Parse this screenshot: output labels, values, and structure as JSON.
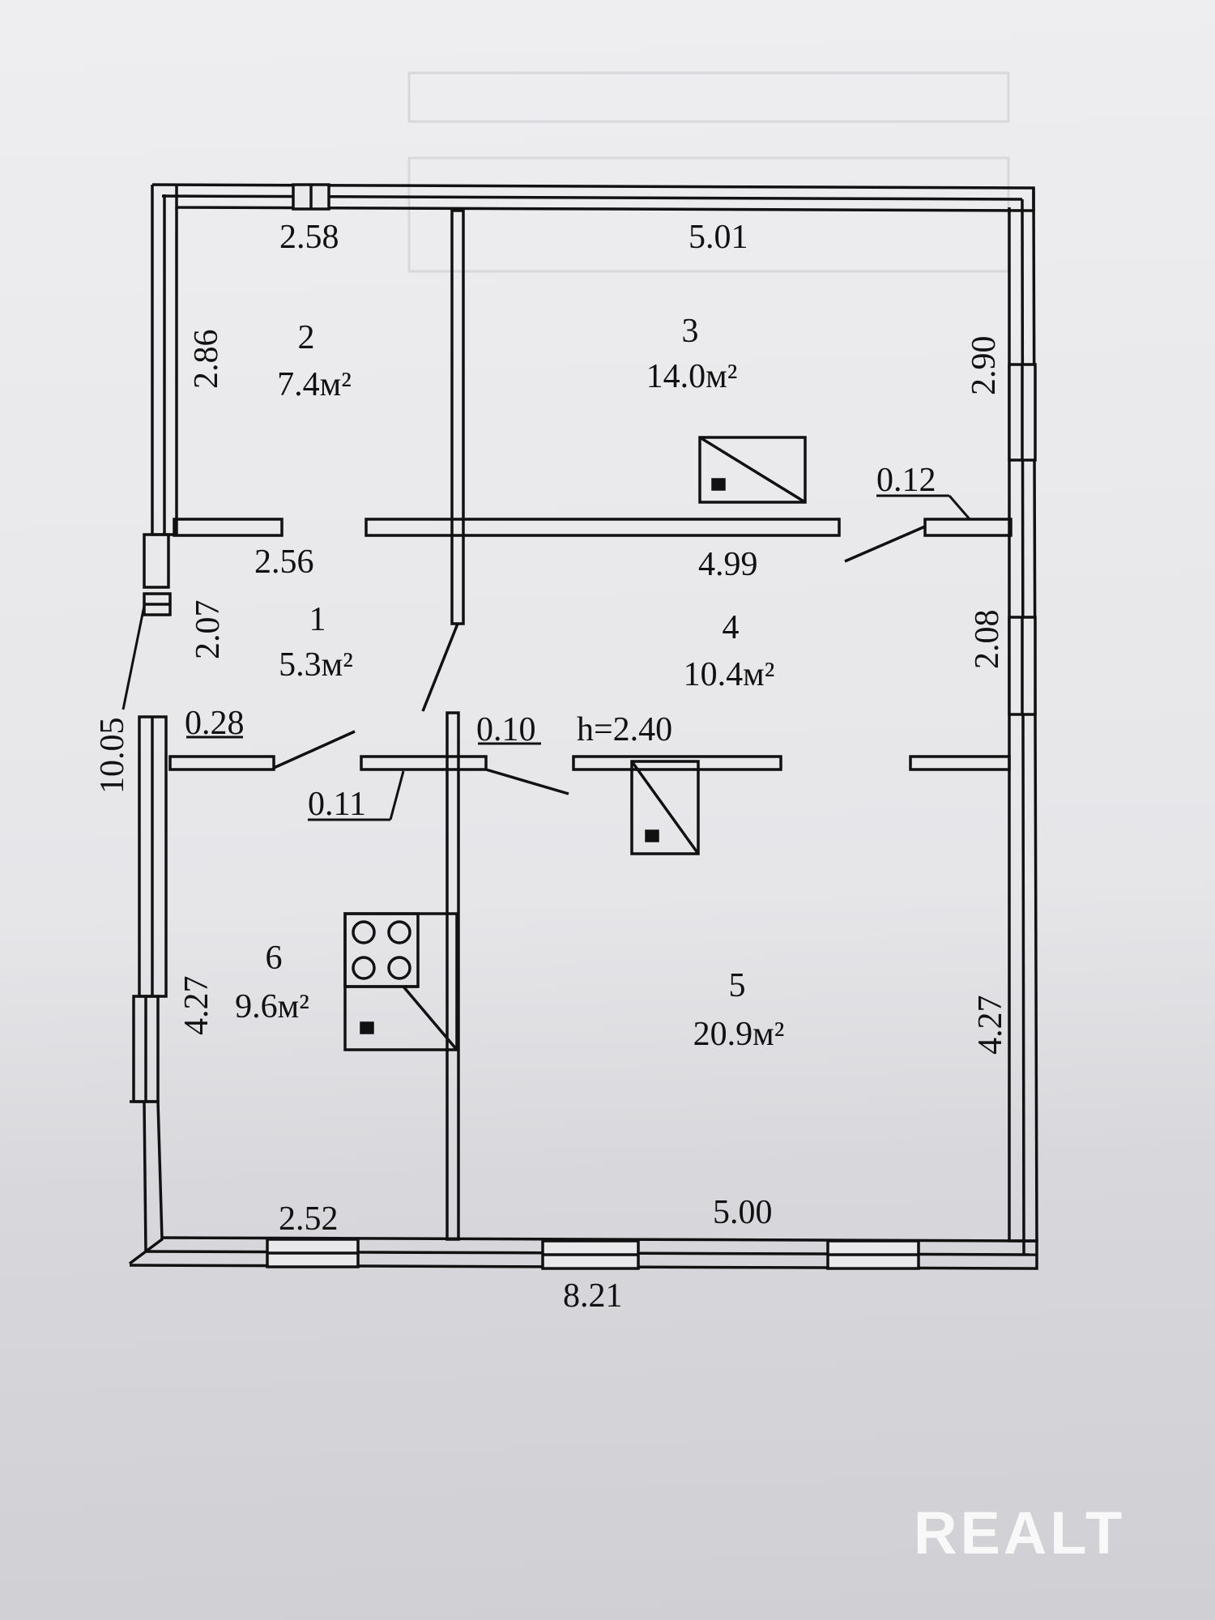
{
  "rooms": [
    {
      "id": "2",
      "number": "2",
      "area": "7.4м²"
    },
    {
      "id": "3",
      "number": "3",
      "area": "14.0м²"
    },
    {
      "id": "1",
      "number": "1",
      "area": "5.3м²"
    },
    {
      "id": "4",
      "number": "4",
      "area": "10.4м²"
    },
    {
      "id": "6",
      "number": "6",
      "area": "9.6м²"
    },
    {
      "id": "5",
      "number": "5",
      "area": "20.9м²"
    }
  ],
  "dimensions": {
    "room2_width": "2.58",
    "room3_width": "5.01",
    "room2_height": "2.86",
    "room3_height": "2.90",
    "wall_offset_012": "0.12",
    "room1_width": "2.56",
    "room4_width": "4.99",
    "room1_height": "2.07",
    "room4_height": "2.08",
    "overall_height": "10.05",
    "wall_028": "0.28",
    "wall_010": "0.10",
    "ceiling_height": "h=2.40",
    "wall_011": "0.11",
    "room6_height": "4.27",
    "room5_height": "4.27",
    "room6_width": "2.52",
    "room5_width": "5.00",
    "overall_width": "8.21"
  },
  "watermark": "REALT"
}
